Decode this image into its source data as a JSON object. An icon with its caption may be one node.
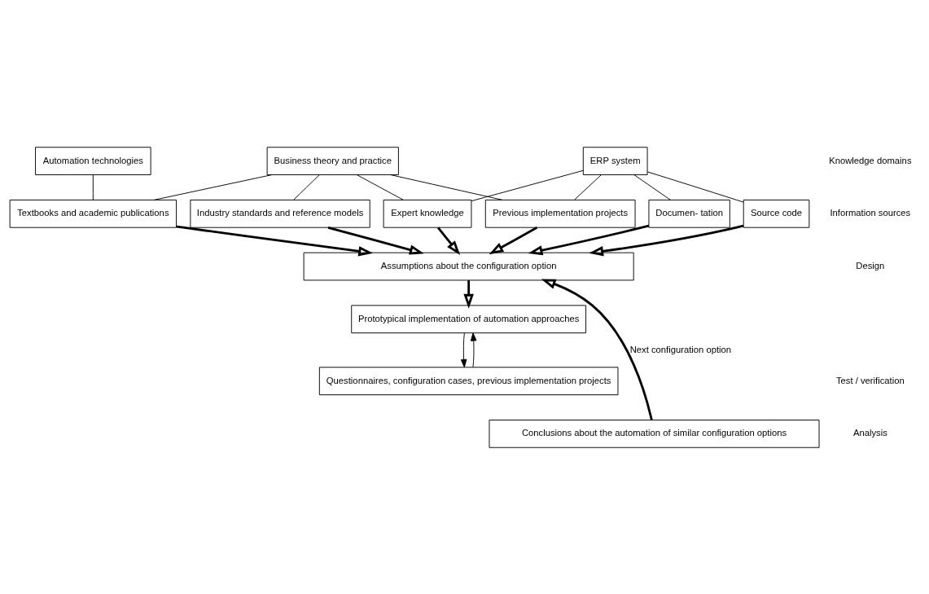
{
  "diagram": {
    "nodes": [
      {
        "text": [
          "Automation technologies"
        ]
      },
      {
        "text": [
          "Business theory and practice"
        ]
      },
      {
        "text": [
          "ERP system"
        ]
      },
      {
        "text": [
          "Textbooks and academic publications"
        ]
      },
      {
        "text": [
          "Industry standards and reference models"
        ]
      },
      {
        "text": [
          "Expert knowledge"
        ]
      },
      {
        "text": [
          "Previous implementation projects"
        ]
      },
      {
        "text": [
          "Documen- tation"
        ]
      },
      {
        "text": [
          "Source code"
        ]
      },
      {
        "text": [
          "Assumptions about the configuration option"
        ]
      },
      {
        "text": [
          "Prototypical implementation of automation approaches"
        ]
      },
      {
        "text": [
          "Questionnaires, configuration cases, previous implementation projects"
        ]
      },
      {
        "text": [
          "Conclusions about the automation of similar configuration options"
        ]
      }
    ],
    "edges": [
      {
        "from": 0,
        "to": 3,
        "arrow": "none"
      },
      {
        "from": 1,
        "to": 3,
        "arrow": "none"
      },
      {
        "from": 1,
        "to": 4,
        "arrow": "none"
      },
      {
        "from": 1,
        "to": 5,
        "arrow": "none"
      },
      {
        "from": 1,
        "to": 6,
        "arrow": "none"
      },
      {
        "from": 2,
        "to": 5,
        "arrow": "none"
      },
      {
        "from": 2,
        "to": 6,
        "arrow": "none"
      },
      {
        "from": 2,
        "to": 7,
        "arrow": "none"
      },
      {
        "from": 2,
        "to": 8,
        "arrow": "none"
      },
      {
        "from": 3,
        "to": 9,
        "arrow": "to",
        "style": "thick"
      },
      {
        "from": 4,
        "to": 9,
        "arrow": "to",
        "style": "thick"
      },
      {
        "from": 5,
        "to": 9,
        "arrow": "to",
        "style": "thick"
      },
      {
        "from": 6,
        "to": 9,
        "arrow": "to",
        "style": "thick"
      },
      {
        "from": 7,
        "to": 9,
        "arrow": "to",
        "style": "thick"
      },
      {
        "from": 8,
        "to": 9,
        "arrow": "to",
        "style": "thick"
      },
      {
        "from": 9,
        "to": 10,
        "arrow": "to",
        "style": "thick"
      },
      {
        "from": 10,
        "to": 11,
        "arrow": "to"
      },
      {
        "from": 11,
        "to": 10,
        "arrow": "to"
      },
      {
        "from": 12,
        "to": 9,
        "arrow": "to",
        "style": "thick",
        "label": "Next configuration option"
      }
    ],
    "labels": [
      "Knowledge domains",
      "Information sources",
      "Design",
      "Test / verification",
      "Analysis"
    ]
  }
}
